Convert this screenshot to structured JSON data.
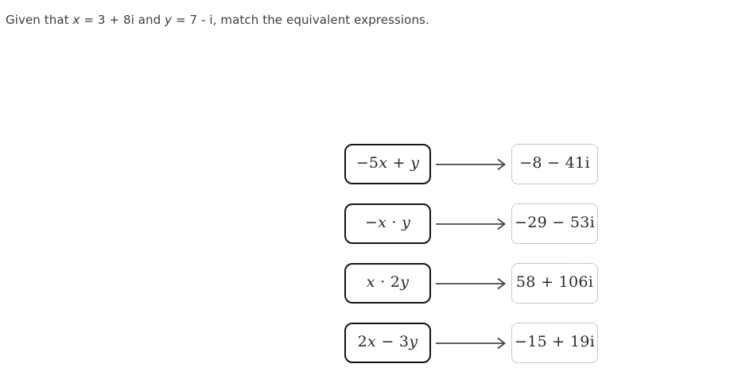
{
  "title": {
    "part1": "Given that ",
    "var_x": "x",
    "part2": " = 3 + 8i and ",
    "var_y": "y",
    "part3": " = 7 - i, match the equivalent expressions."
  },
  "colors": {
    "title_text": "#3d3d3d",
    "tile_text": "#2b2b2b",
    "expression_border": "#141414",
    "result_border": "#8f8f8f",
    "arrow": "#4a4a4a",
    "background": "#ffffff"
  },
  "icons": {
    "arrow": "right-arrow-icon"
  },
  "rows": [
    {
      "expr": {
        "p0": "−5",
        "v0": "x",
        "p1": " + ",
        "v1": "y"
      },
      "expression_text": "−5x + y",
      "result": "−8 − 41i"
    },
    {
      "expr": {
        "p0": "−",
        "v0": "x",
        "p1": " · ",
        "v1": "y"
      },
      "expression_text": "−x · y",
      "result": "−29 − 53i"
    },
    {
      "expr": {
        "p0": "",
        "v0": "x",
        "p1": " · 2",
        "v1": "y"
      },
      "expression_text": "x · 2y",
      "result": "58 + 106i"
    },
    {
      "expr": {
        "p0": "2",
        "v0": "x",
        "p1": " − 3",
        "v1": "y"
      },
      "expression_text": "2x − 3y",
      "result": "−15 + 19i"
    }
  ]
}
